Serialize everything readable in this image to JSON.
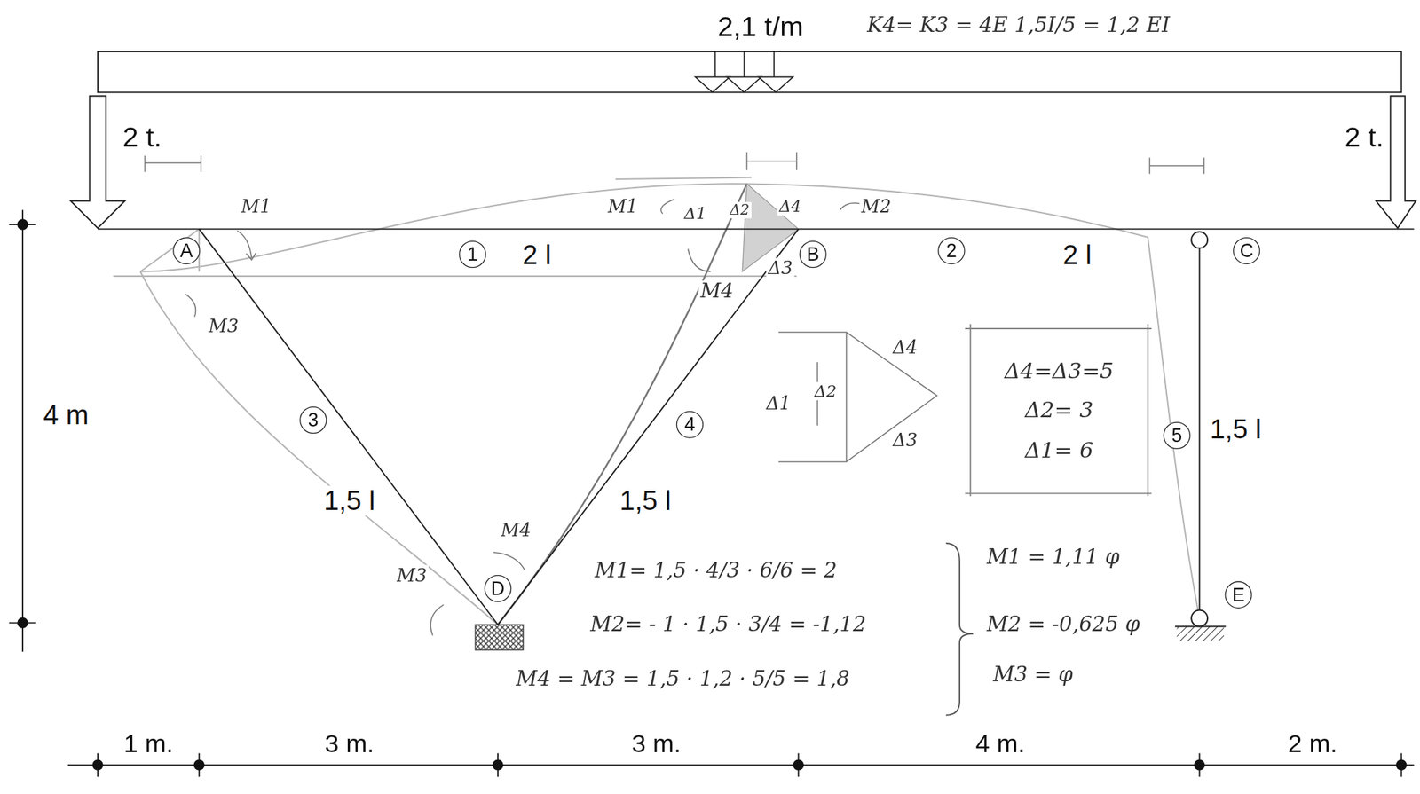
{
  "diagram": {
    "nodes": [
      {
        "text": [
          "A"
        ]
      },
      {
        "text": [
          "1"
        ]
      },
      {
        "text": [
          "B"
        ]
      },
      {
        "text": [
          "2"
        ]
      },
      {
        "text": [
          "C"
        ]
      },
      {
        "text": [
          "3"
        ]
      },
      {
        "text": [
          "4"
        ]
      },
      {
        "text": [
          "5"
        ]
      },
      {
        "text": [
          "D"
        ]
      },
      {
        "text": [
          "E"
        ]
      },
      {
        "text": [
          "Δ4=Δ3=5",
          "Δ2= 3",
          "Δ1= 6"
        ]
      }
    ],
    "labels": [
      "2,1 t/m",
      "K4= K3 = 4E 1,5I/5 = 1,2 EI",
      "2 t.",
      "2 t.",
      "M1",
      "M1",
      "Δ1",
      "Δ2",
      "Δ4",
      "M2",
      "2 l",
      "2 l",
      "Δ3",
      "M4",
      "M3",
      "4 m",
      "Δ4",
      "Δ2",
      "Δ1",
      "Δ3",
      "1,5 l",
      "1,5 l",
      "1,5 l",
      "M4",
      "M3",
      "M1= 1,5 · 4/3 · 6/6 = 2",
      "M2= - 1 · 1,5 · 3/4 = -1,12",
      "M4 = M3 = 1,5 · 1,2 · 5/5 = 1,8",
      "M1 = 1,11 φ",
      "M2 = -0,625 φ",
      "M3 = φ",
      "1 m.",
      "3 m.",
      "3 m.",
      "4 m.",
      "2 m."
    ]
  }
}
